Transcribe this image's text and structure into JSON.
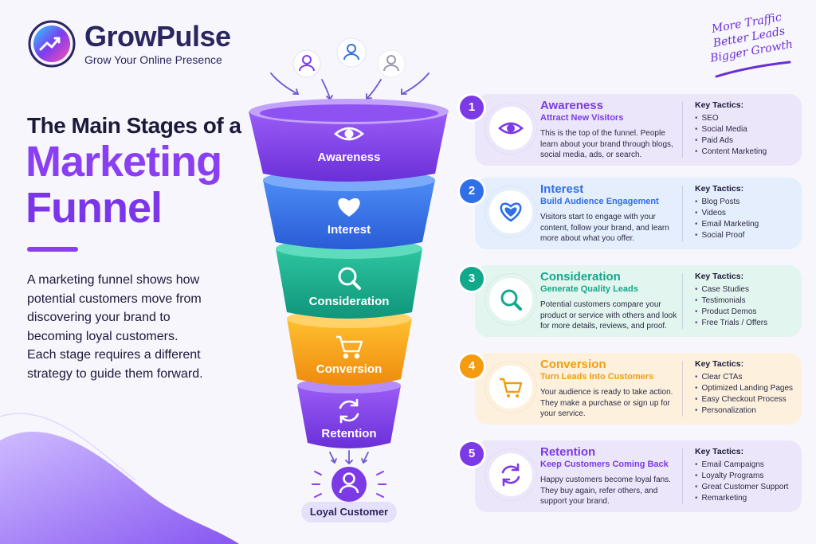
{
  "brand": {
    "name": "GrowPulse",
    "tagline": "Grow Your Online Presence"
  },
  "headline": {
    "line1": "The Main Stages of a",
    "line2": "Marketing",
    "line3": "Funnel"
  },
  "description": "A marketing funnel shows how potential customers move from discovering your brand to becoming loyal customers. Each stage requires a different strategy to guide them forward.",
  "handwritten": {
    "line1": "More Traffic",
    "line2": "Better Leads",
    "line3": "Bigger Growth"
  },
  "funnel": {
    "stages": [
      {
        "label": "Awareness",
        "icon": "eye-icon",
        "color": "#7c3ae6"
      },
      {
        "label": "Interest",
        "icon": "heart-icon",
        "color": "#2f6fe8"
      },
      {
        "label": "Consideration",
        "icon": "search-icon",
        "color": "#11a98c"
      },
      {
        "label": "Conversion",
        "icon": "cart-icon",
        "color": "#f39c12"
      },
      {
        "label": "Retention",
        "icon": "refresh-icon",
        "color": "#7c3ae6"
      }
    ],
    "result_label": "Loyal Customer"
  },
  "cards": [
    {
      "number": "1",
      "title": "Awareness",
      "subtitle": "Attract New Visitors",
      "body": "This is the top of the funnel. People learn about your brand through blogs, social media, ads, or search.",
      "tactics_heading": "Key Tactics:",
      "tactics": [
        "SEO",
        "Social Media",
        "Paid Ads",
        "Content Marketing"
      ],
      "icon": "eye-icon",
      "accent": "#7c3ae6",
      "bg": "#ece6fb"
    },
    {
      "number": "2",
      "title": "Interest",
      "subtitle": "Build Audience Engagement",
      "body": "Visitors start to engage with your content, follow your brand, and learn more about what you offer.",
      "tactics_heading": "Key Tactics:",
      "tactics": [
        "Blog Posts",
        "Videos",
        "Email Marketing",
        "Social Proof"
      ],
      "icon": "heart-icon",
      "accent": "#2f6fe8",
      "bg": "#e4eefc"
    },
    {
      "number": "3",
      "title": "Consideration",
      "subtitle": "Generate Quality Leads",
      "body": "Potential customers compare your product or service with others and look for more details, reviews, and proof.",
      "tactics_heading": "Key Tactics:",
      "tactics": [
        "Case Studies",
        "Testimonials",
        "Product Demos",
        "Free Trials / Offers"
      ],
      "icon": "search-icon",
      "accent": "#11a98c",
      "bg": "#e3f5ef"
    },
    {
      "number": "4",
      "title": "Conversion",
      "subtitle": "Turn Leads Into Customers",
      "body": "Your audience is ready to take action. They make a purchase or sign up for your service.",
      "tactics_heading": "Key Tactics:",
      "tactics": [
        "Clear CTAs",
        "Optimized Landing Pages",
        "Easy Checkout Process",
        "Personalization"
      ],
      "icon": "cart-icon",
      "accent": "#f39c12",
      "bg": "#fdf1dd"
    },
    {
      "number": "5",
      "title": "Retention",
      "subtitle": "Keep Customers Coming Back",
      "body": "Happy customers become loyal fans. They buy again, refer others, and support your brand.",
      "tactics_heading": "Key Tactics:",
      "tactics": [
        "Email Campaigns",
        "Loyalty Programs",
        "Great Customer Support",
        "Remarketing"
      ],
      "icon": "refresh-icon",
      "accent": "#7c3ae6",
      "bg": "#ece6fb"
    }
  ]
}
